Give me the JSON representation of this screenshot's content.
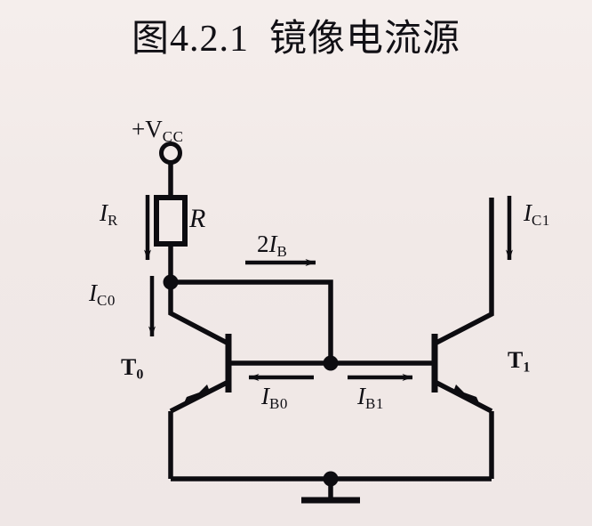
{
  "title": "图4.2.1  镜像电流源",
  "colors": {
    "background": "#f2eae8",
    "ink": "#111015",
    "wire": "#0d0c10"
  },
  "circuit": {
    "name": "current-mirror",
    "supply": {
      "terminal_label": "+V",
      "terminal_subscript": "CC",
      "symbol": "open-circle-terminal"
    },
    "components": [
      {
        "id": "resistor",
        "label": "R",
        "type": "resistor"
      },
      {
        "id": "transistor-t0",
        "label": "T",
        "subscript": "0",
        "type": "npn-transistor-mirrored"
      },
      {
        "id": "transistor-t1",
        "label": "T",
        "subscript": "1",
        "type": "npn-transistor"
      },
      {
        "id": "ground",
        "label": "",
        "type": "ground-symbol"
      }
    ],
    "currents": [
      {
        "id": "ir",
        "symbol": "I",
        "subscript": "R",
        "prefix": "",
        "direction": "down",
        "text": "I_R"
      },
      {
        "id": "ic0",
        "symbol": "I",
        "subscript": "C0",
        "prefix": "",
        "direction": "down",
        "text": "I_C0"
      },
      {
        "id": "ic1",
        "symbol": "I",
        "subscript": "C1",
        "prefix": "",
        "direction": "down",
        "text": "I_C1"
      },
      {
        "id": "2ib",
        "symbol": "I",
        "subscript": "B",
        "prefix": "2",
        "direction": "right",
        "text": "2I_B"
      },
      {
        "id": "ib0",
        "symbol": "I",
        "subscript": "B0",
        "prefix": "",
        "direction": "left",
        "text": "I_B0"
      },
      {
        "id": "ib1",
        "symbol": "I",
        "subscript": "B1",
        "prefix": "",
        "direction": "right",
        "text": "I_B1"
      }
    ],
    "labels": {
      "vcc_main": "+V",
      "vcc_sub": "CC",
      "resistor": "R",
      "ir_main": "I",
      "ir_sub": "R",
      "ic0_main": "I",
      "ic0_sub": "C0",
      "ic1_main": "I",
      "ic1_sub": "C1",
      "twoib_prefix": "2",
      "twoib_main": "I",
      "twoib_sub": "B",
      "ib0_main": "I",
      "ib0_sub": "B0",
      "ib1_main": "I",
      "ib1_sub": "B1",
      "t0_main": "T",
      "t0_sub": "0",
      "t1_main": "T",
      "t1_sub": "1"
    }
  }
}
